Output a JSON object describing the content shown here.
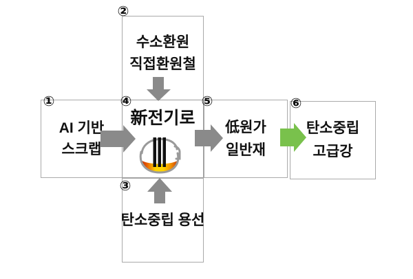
{
  "boxes": {
    "scrap": {
      "number": "①",
      "lines": [
        "AI 기반",
        "스크랩"
      ]
    },
    "dri": {
      "number": "②",
      "lines": [
        "수소환원",
        "직접환원철"
      ]
    },
    "molten_iron": {
      "number": "③",
      "lines": [
        "탄소중립 용선"
      ]
    },
    "furnace": {
      "number": "④",
      "lines": [
        "新전기로"
      ]
    },
    "general": {
      "number": "⑤",
      "lines": [
        "低원가",
        "일반재"
      ]
    },
    "premium": {
      "number": "⑥",
      "lines": [
        "탄소중립",
        "고급강"
      ]
    }
  },
  "icons": {
    "furnace_icon": "electric-arc-furnace-icon"
  },
  "colors": {
    "arrow_gray": "#8a8a8a",
    "arrow_green": "#79c14c",
    "box_border": "#a9a9a9",
    "text": "#111111",
    "vessel_outline": "#9a9a9a",
    "electrode": "#111111",
    "melt_gradient": [
      "#c23000",
      "#ffd400",
      "#cc3c00"
    ]
  }
}
